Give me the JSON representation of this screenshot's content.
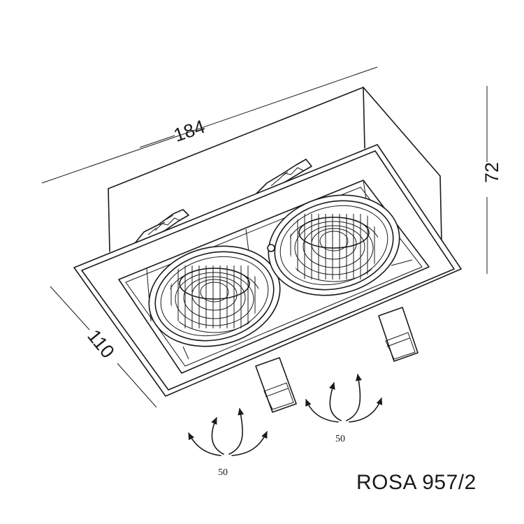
{
  "diagram": {
    "model_label": "ROSA 957/2",
    "dimensions": {
      "length": "184",
      "height": "72",
      "width": "110"
    },
    "tilt_angles": {
      "left_lamp": "50",
      "right_lamp": "50"
    },
    "line_color": "#1a1a1a",
    "background_color": "#ffffff"
  }
}
